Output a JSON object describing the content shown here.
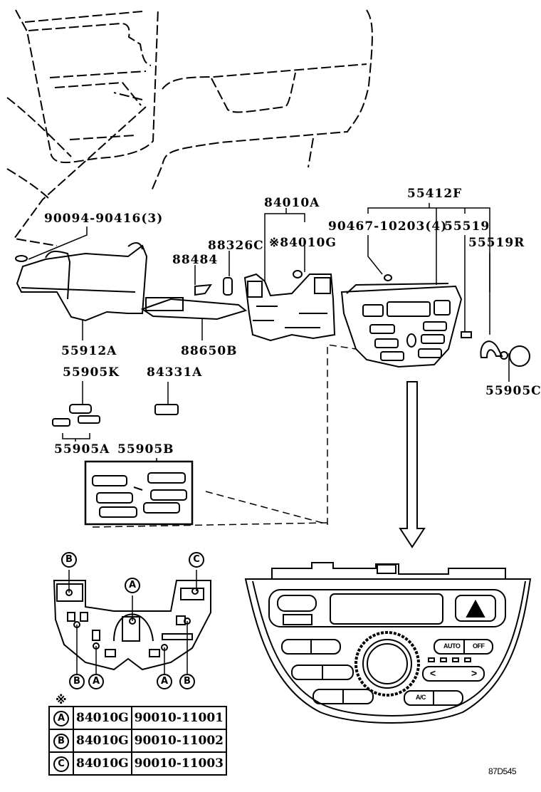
{
  "diagram": {
    "title": "Heater control / A/C panel exploded parts diagram",
    "reference_code": "87D545",
    "note_symbol": "※",
    "callouts": {
      "bolt_90094": "90094-90416(3)",
      "p84010A": "84010A",
      "p84010G": "※84010G",
      "p88326C": "88326C",
      "p88484": "88484",
      "p55412F": "55412F",
      "screw_90467": "90467-10203(4)",
      "p55519": "55519",
      "p55519R": "55519R",
      "p55912A": "55912A",
      "p88650B": "88650B",
      "p55905K": "55905K",
      "p84331A": "84331A",
      "p55905A": "55905A",
      "p55905B": "55905B",
      "p55905C": "55905C"
    },
    "screw_markers": {
      "top_left": "B",
      "center": "A",
      "top_right": "C",
      "bottom": [
        "B",
        "A",
        "A",
        "B"
      ]
    },
    "legend_table": {
      "rows": [
        {
          "key": "A",
          "part": "84010G",
          "number": "90010-11001"
        },
        {
          "key": "B",
          "part": "84010G",
          "number": "90010-11002"
        },
        {
          "key": "C",
          "part": "84010G",
          "number": "90010-11003"
        }
      ]
    },
    "panel_buttons": {
      "auto": "AUTO",
      "off": "OFF",
      "ac": "A/C",
      "fan_down": "<",
      "fan_up": ">"
    }
  }
}
